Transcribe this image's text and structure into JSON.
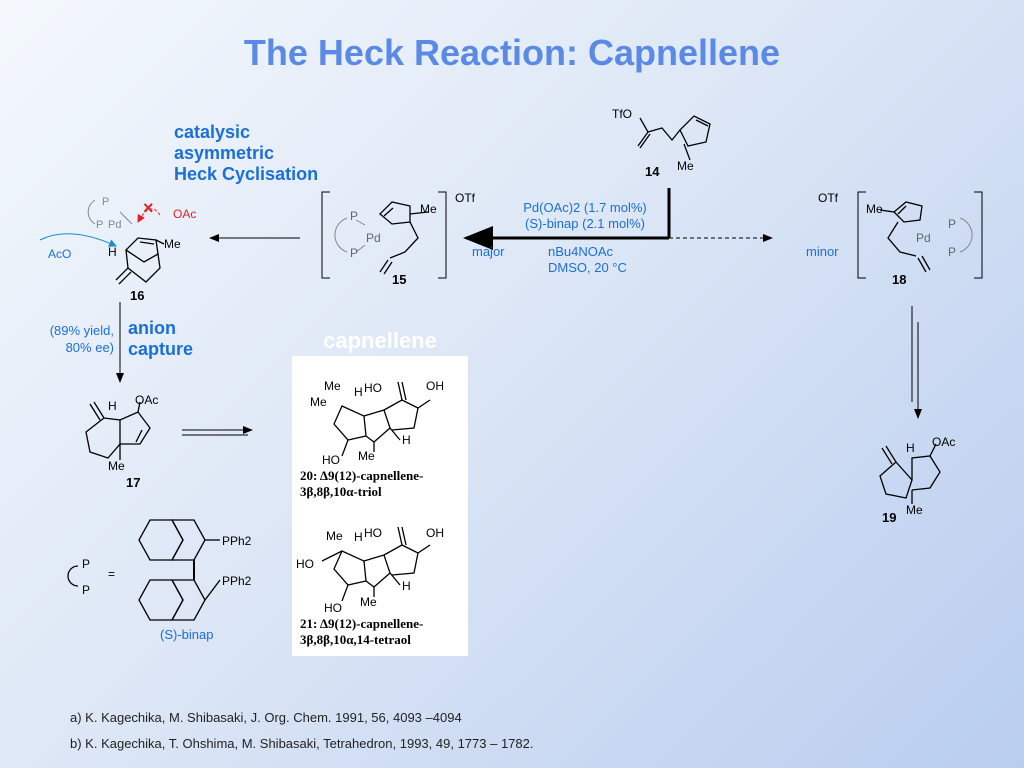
{
  "title": "The Heck Reaction: Capnellene",
  "heading_catalytic": [
    "catalysic",
    "asymmetric",
    "Heck Cyclisation"
  ],
  "heading_anion": [
    "anion",
    "capture"
  ],
  "yield_note": [
    "(89% yield,",
    "80% ee)"
  ],
  "conditions": {
    "line1": "Pd(OAc)2 (1.7 mol%)",
    "line2": "(S)-binap (2.1 mol%)",
    "line3": "nBu4NOAc",
    "line4": "DMSO, 20 °C",
    "major": "major",
    "minor": "minor"
  },
  "compounds": {
    "c14": "14",
    "c15": "15",
    "c16": "16",
    "c17": "17",
    "c18": "18",
    "c19": "19"
  },
  "atoms": {
    "tfo": "TfO",
    "me": "Me",
    "otf": "OTf",
    "oac": "OAc",
    "aco": "AcO",
    "pd": "Pd",
    "p": "P",
    "h": "H",
    "ho": "HO",
    "oh": "OH",
    "pph2": "PPh2"
  },
  "panel_label": "capnellene",
  "panel": {
    "caption20_line1": "20: Δ9(12)-capnellene-",
    "caption20_line2": "3β,8β,10α-triol",
    "caption21_line1": "21: Δ9(12)-capnellene-",
    "caption21_line2": "3β,8β,10α,14-tetraol"
  },
  "binap_label": "(S)-binap",
  "equals": "=",
  "references": [
    "a) K. Kagechika, M. Shibasaki, J. Org. Chem. 1991, 56, 4093 –4094",
    "b) K. Kagechika, T. Ohshima, M. Shibasaki, Tetrahedron, 1993, 49, 1773 – 1782."
  ],
  "colors": {
    "title": "#5b8ae6",
    "accent": "#1a6fd8",
    "cross": "#e02020"
  }
}
